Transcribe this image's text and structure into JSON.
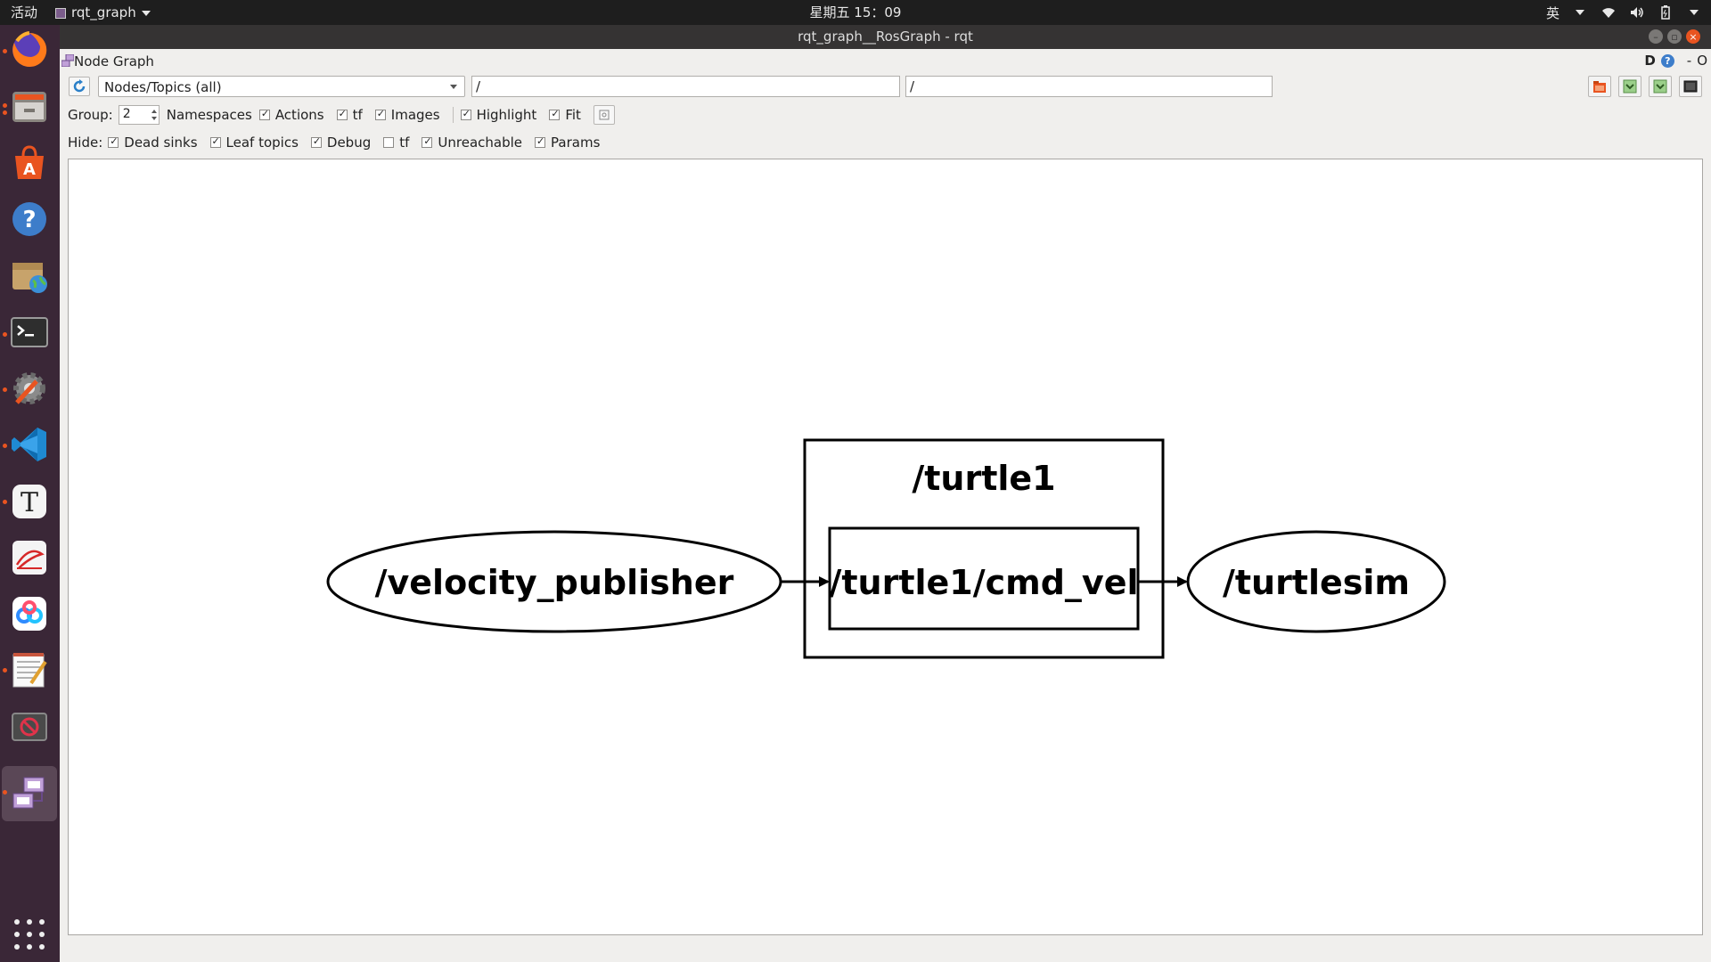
{
  "topbar": {
    "activities": "活动",
    "app_name": "rqt_graph",
    "clock": "星期五 15：09",
    "input_method": "英"
  },
  "dock": {
    "items": [
      {
        "icon": "firefox-icon",
        "running": true
      },
      {
        "icon": "file-manager-icon",
        "running": true
      },
      {
        "icon": "software-store-icon",
        "running": false
      },
      {
        "icon": "help-icon",
        "running": false
      },
      {
        "icon": "archive-globe-icon",
        "running": false
      },
      {
        "icon": "terminal-icon",
        "running": true
      },
      {
        "icon": "settings-tools-icon",
        "running": true
      },
      {
        "icon": "vscode-icon",
        "running": true
      },
      {
        "icon": "typora-icon",
        "running": true
      },
      {
        "icon": "pdf-viewer-icon",
        "running": false
      },
      {
        "icon": "baidu-netdisk-icon",
        "running": false
      },
      {
        "icon": "text-editor-icon",
        "running": true
      },
      {
        "icon": "blocked-app-icon",
        "running": false
      },
      {
        "icon": "rqt-graph-icon",
        "running": true
      }
    ]
  },
  "window": {
    "title": "rqt_graph__RosGraph - rqt"
  },
  "plugin": {
    "title": "Node Graph",
    "d_label": "D",
    "help_label": "?",
    "minus_label": "-",
    "close_label": "O"
  },
  "toolbar": {
    "graph_type": "Nodes/Topics (all)",
    "namespace_filter": "/",
    "topic_filter": "/"
  },
  "options": {
    "group_label": "Group:",
    "group_value": "2",
    "namespaces": {
      "label": "Namespaces",
      "checked": false
    },
    "actions": {
      "label": "Actions",
      "checked": true
    },
    "tf": {
      "label": "tf",
      "checked": true
    },
    "images": {
      "label": "Images",
      "checked": true
    },
    "highlight": {
      "label": "Highlight",
      "checked": true
    },
    "fit": {
      "label": "Fit",
      "checked": true
    }
  },
  "hide": {
    "label": "Hide:",
    "dead_sinks": {
      "label": "Dead sinks",
      "checked": true
    },
    "leaf_topics": {
      "label": "Leaf topics",
      "checked": true
    },
    "debug": {
      "label": "Debug",
      "checked": true
    },
    "tf": {
      "label": "tf",
      "checked": false
    },
    "unreachable": {
      "label": "Unreachable",
      "checked": true
    },
    "params": {
      "label": "Params",
      "checked": true
    }
  },
  "graph": {
    "group": "/turtle1",
    "publisher": "/velocity_publisher",
    "topic": "/turtle1/cmd_vel",
    "subscriber": "/turtlesim"
  },
  "colors": {
    "accent": "#e95420",
    "dock_bg": "#3a2737",
    "topbar_bg": "#1e1e1e"
  }
}
